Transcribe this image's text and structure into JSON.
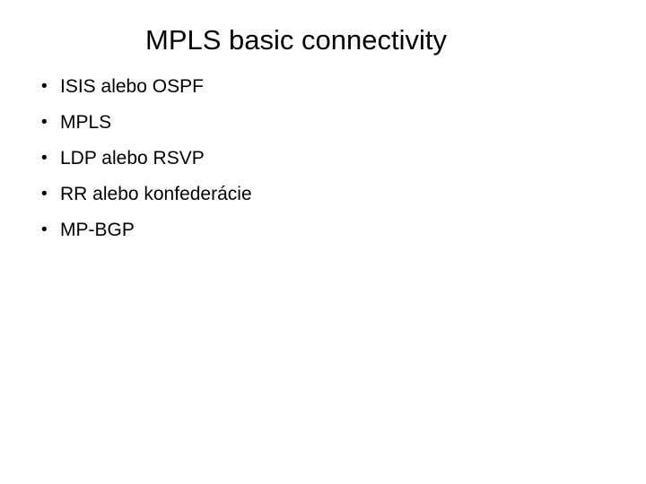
{
  "slide": {
    "title": "MPLS basic connectivity",
    "background_color": "#ffffff",
    "text_color": "#000000",
    "bullet_glyph": "•",
    "bullets": [
      {
        "text": "ISIS alebo OSPF"
      },
      {
        "text": "MPLS"
      },
      {
        "text": "LDP alebo RSVP"
      },
      {
        "text": "RR alebo konfederácie"
      },
      {
        "text": "MP-BGP"
      }
    ]
  }
}
